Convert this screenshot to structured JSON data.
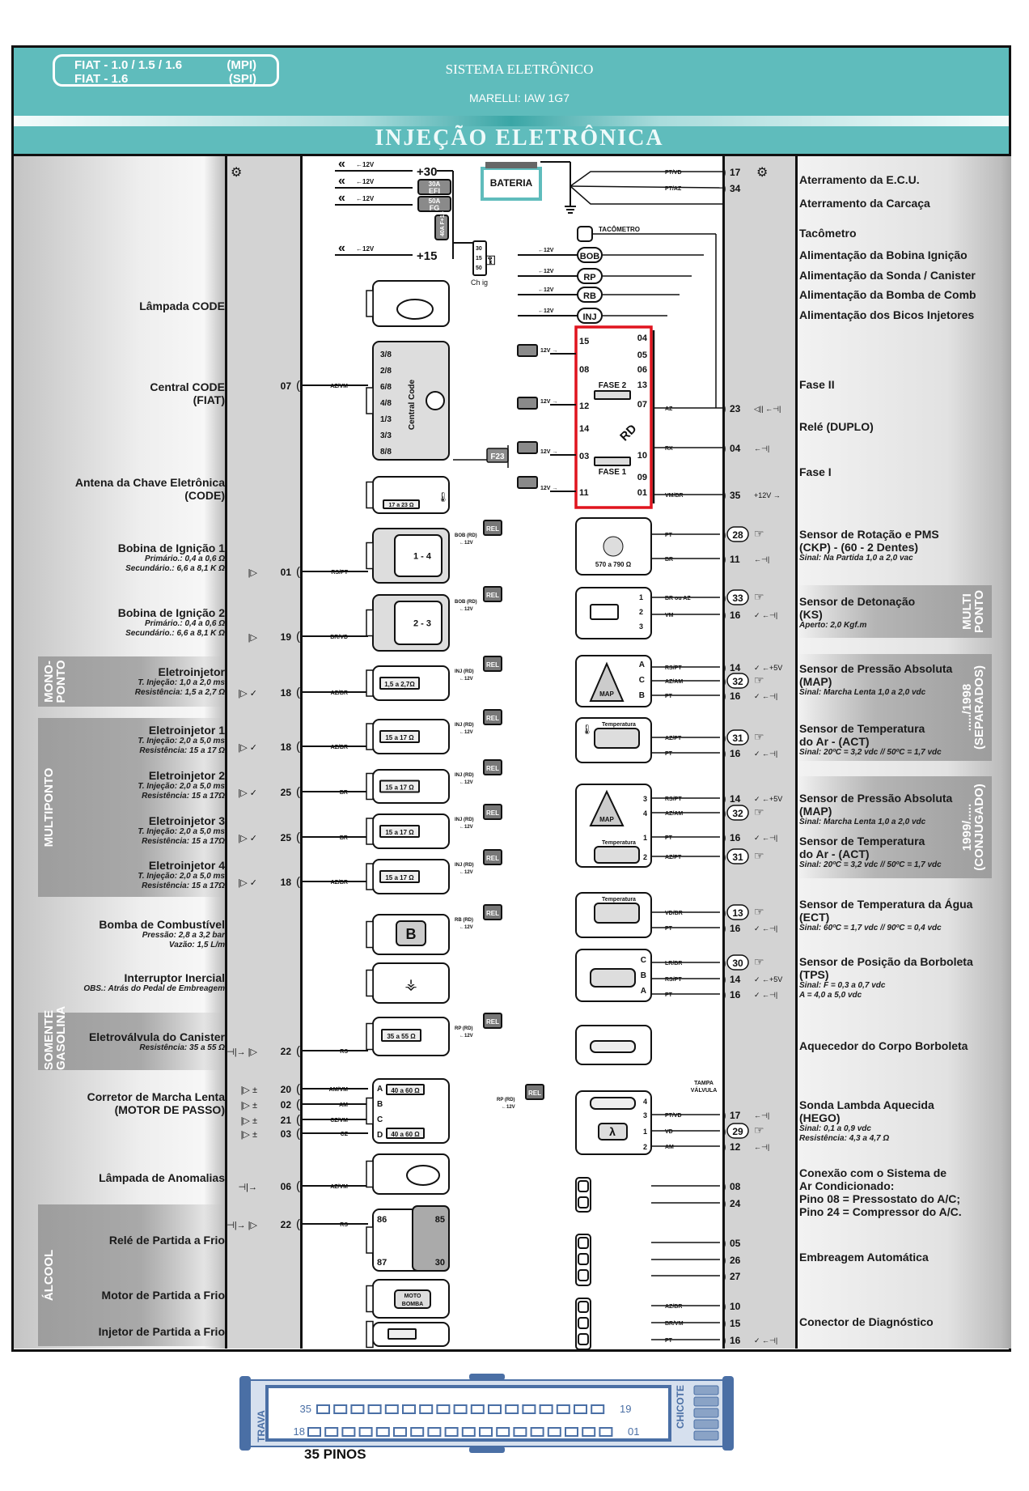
{
  "header": {
    "models": [
      {
        "name": "FIAT - 1.0 / 1.5 / 1.6",
        "type": "(MPI)"
      },
      {
        "name": "FIAT - 1.6",
        "type": "(SPI)"
      }
    ],
    "system": "SISTEMA ELETRÔNICO",
    "ecu": "MARELLI: IAW 1G7",
    "banner": "INJEÇÃO ELETRÔNICA"
  },
  "colors": {
    "teal": "#5fbcbc",
    "relay_highlight": "#e0141e",
    "connector": "#4a6fa5",
    "connector_fill": "#d6e0ee"
  },
  "left_bands": [
    "MONO-\nPONTO",
    "MULTIPONTO",
    "SOMENTE\nGASOLINA",
    "ÁLCOOL"
  ],
  "right_bands": [
    "MULTI\nPONTO",
    "...../1998\n(SEPARADOS)",
    "1999/.....\n(CONJUGADO)"
  ],
  "left_labels": [
    {
      "title": [
        "Lâmpada CODE"
      ],
      "sub": []
    },
    {
      "title": [
        "Central CODE",
        "(FIAT)"
      ],
      "sub": []
    },
    {
      "title": [
        "Antena da Chave Eletrônica",
        "(CODE)"
      ],
      "sub": []
    },
    {
      "title": [
        "Bobina de Ignição 1"
      ],
      "sub": [
        "Primário.: 0,4 a 0,6 Ω",
        "Secundário.: 6,6 a 8,1 K Ω"
      ]
    },
    {
      "title": [
        "Bobina de Ignição 2"
      ],
      "sub": [
        "Primário.: 0,4 a 0,6 Ω",
        "Secundário.: 6,6 a 8,1 K Ω"
      ]
    },
    {
      "title": [
        "Eletroinjetor"
      ],
      "sub": [
        "T. Injeção: 1,0 a 2,0 ms",
        "Resistência: 1,5 a 2,7 Ω"
      ]
    },
    {
      "title": [
        "Eletroinjetor 1"
      ],
      "sub": [
        "T. Injeção: 2,0 a 5,0 ms",
        "Resistência: 15 a 17 Ω"
      ]
    },
    {
      "title": [
        "Eletroinjetor 2"
      ],
      "sub": [
        "T. Injeção: 2,0 a 5,0 ms",
        "Resistência: 15 a 17Ω"
      ]
    },
    {
      "title": [
        "Eletroinjetor 3"
      ],
      "sub": [
        "T. Injeção: 2,0 a 5,0 ms",
        "Resistência: 15 a 17Ω"
      ]
    },
    {
      "title": [
        "Eletroinjetor 4"
      ],
      "sub": [
        "T. Injeção: 2,0 a 5,0 ms",
        "Resistência: 15 a 17Ω"
      ]
    },
    {
      "title": [
        "Bomba de Combustível"
      ],
      "sub": [
        "Pressão: 2,8 a 3,2 bar",
        "Vazão: 1,5 L/m"
      ]
    },
    {
      "title": [
        "Interruptor Inercial"
      ],
      "sub": [
        "OBS.: Atrás do Pedal de Embreagem"
      ]
    },
    {
      "title": [
        "Eletroválvula do Canister"
      ],
      "sub": [
        "Resistência: 35 a 55 Ω"
      ]
    },
    {
      "title": [
        "Corretor de Marcha Lenta",
        "(MOTOR DE PASSO)"
      ],
      "sub": []
    },
    {
      "title": [
        "Lâmpada de Anomalias"
      ],
      "sub": []
    },
    {
      "title": [
        "Relé de Partida a Frio"
      ],
      "sub": []
    },
    {
      "title": [
        "Motor de Partida a Frio"
      ],
      "sub": []
    },
    {
      "title": [
        "Injetor de Partida a Frio"
      ],
      "sub": []
    }
  ],
  "right_labels": [
    {
      "title": [
        "Aterramento da E.C.U."
      ],
      "sub": []
    },
    {
      "title": [
        "Aterramento da Carcaça"
      ],
      "sub": []
    },
    {
      "title": [
        "Tacômetro"
      ],
      "sub": []
    },
    {
      "title": [
        "Alimentação da Bobina Ignição"
      ],
      "sub": []
    },
    {
      "title": [
        "Alimentação da Sonda / Canister"
      ],
      "sub": []
    },
    {
      "title": [
        "Alimentação da Bomba de Comb"
      ],
      "sub": []
    },
    {
      "title": [
        "Alimentação dos Bicos Injetores"
      ],
      "sub": []
    },
    {
      "title": [
        "Fase II"
      ],
      "sub": []
    },
    {
      "title": [
        "Relé (DUPLO)"
      ],
      "sub": []
    },
    {
      "title": [
        "Fase I"
      ],
      "sub": []
    },
    {
      "title": [
        "Sensor de Rotação e PMS",
        "(CKP) - (60 - 2 Dentes)"
      ],
      "sub": [
        "Sinal: Na Partida 1,0 a 2,0 vac"
      ]
    },
    {
      "title": [
        "Sensor de Detonação",
        "(KS)"
      ],
      "sub": [
        "Aperto: 2,0 Kgf.m"
      ]
    },
    {
      "title": [
        "Sensor de Pressão Absoluta",
        "(MAP)"
      ],
      "sub": [
        "Sinal: Marcha Lenta 1,0 a 2,0 vdc"
      ]
    },
    {
      "title": [
        "Sensor de Temperatura",
        "do Ar - (ACT)"
      ],
      "sub": [
        "Sinal: 20ºC = 3,2 vdc // 50ºC = 1,7 vdc"
      ]
    },
    {
      "title": [
        "Sensor de Pressão Absoluta",
        "(MAP)"
      ],
      "sub": [
        "Sinal: Marcha Lenta 1,0 a 2,0 vdc"
      ]
    },
    {
      "title": [
        "Sensor de Temperatura",
        "do Ar - (ACT)"
      ],
      "sub": [
        "Sinal: 20ºC = 3,2 vdc // 50ºC = 1,7 vdc"
      ]
    },
    {
      "title": [
        "Sensor de Temperatura da Água",
        "(ECT)"
      ],
      "sub": [
        "Sinal: 60ºC = 1,7 vdc // 90ºC = 0,4 vdc"
      ]
    },
    {
      "title": [
        "Sensor de Posição da Borboleta",
        "(TPS)"
      ],
      "sub": [
        "Sinal: F = 0,3 a 0,7 vdc",
        "A = 4,0 a 5,0 vdc"
      ]
    },
    {
      "title": [
        "Aquecedor do Corpo Borboleta"
      ],
      "sub": []
    },
    {
      "title": [
        "Sonda Lambda Aquecida",
        "(HEGO)"
      ],
      "sub": [
        "Sinal: 0,1 a 0,9 vdc",
        "Resistência: 4,3 a 4,7 Ω"
      ]
    },
    {
      "title": [
        "Conexão com o Sistema de",
        "Ar Condicionado:",
        "Pino 08 = Pressostato do A/C;",
        "Pino 24 = Compressor do A/C."
      ],
      "sub": []
    },
    {
      "title": [
        "Embreagem Automática"
      ],
      "sub": []
    },
    {
      "title": [
        "Conector de Diagnóstico"
      ],
      "sub": []
    }
  ],
  "left_pins": [
    {
      "pin": "07",
      "wire": "AZ/VM",
      "mark": ""
    },
    {
      "pin": "01",
      "wire": "RS/PT",
      "mark": "|▷"
    },
    {
      "pin": "19",
      "wire": "BR/VD",
      "mark": "|▷"
    },
    {
      "pin": "18",
      "wire": "AZ/BR",
      "mark": "|▷ ✓"
    },
    {
      "pin": "18",
      "wire": "AZ/BR",
      "mark": "|▷ ✓"
    },
    {
      "pin": "25",
      "wire": "BR",
      "mark": "|▷ ✓"
    },
    {
      "pin": "25",
      "wire": "BR",
      "mark": "|▷ ✓"
    },
    {
      "pin": "18",
      "wire": "AZ/BR",
      "mark": "|▷ ✓"
    },
    {
      "pin": "22",
      "wire": "RS",
      "mark": "⊣|→ |▷"
    },
    {
      "pin": "20",
      "wire": "AM/VM",
      "mark": "|▷ ±"
    },
    {
      "pin": "02",
      "wire": "AM",
      "mark": "|▷ ±"
    },
    {
      "pin": "21",
      "wire": "CZ/VM",
      "mark": "|▷ ±"
    },
    {
      "pin": "03",
      "wire": "CZ",
      "mark": "|▷ ±"
    },
    {
      "pin": "06",
      "wire": "AZ/VM",
      "mark": "⊣|→"
    },
    {
      "pin": "22",
      "wire": "RS",
      "mark": "⊣|→ |▷"
    }
  ],
  "right_pins": [
    {
      "pin": "17",
      "wire": "PT/VD",
      "circled": false,
      "note": ""
    },
    {
      "pin": "34",
      "wire": "PT/AZ",
      "circled": false,
      "note": ""
    },
    {
      "pin": "23",
      "wire": "AZ",
      "circled": false,
      "note": "◁|| ←⊣|"
    },
    {
      "pin": "04",
      "wire": "RX",
      "circled": false,
      "note": "←⊣|"
    },
    {
      "pin": "35",
      "wire": "VM/BR",
      "circled": false,
      "note": "+12V →"
    },
    {
      "pin": "28",
      "wire": "PT",
      "circled": true,
      "note": "☞"
    },
    {
      "pin": "11",
      "wire": "BR",
      "circled": false,
      "note": "←⊣|"
    },
    {
      "pin": "33",
      "wire": "BR ou AZ",
      "circled": true,
      "note": "☞"
    },
    {
      "pin": "16",
      "wire": "VM",
      "circled": false,
      "note": "✓ ←⊣|"
    },
    {
      "pin": "14",
      "wire": "RS/PT",
      "circled": false,
      "note": "✓ ←+5V"
    },
    {
      "pin": "32",
      "wire": "AZ/AM",
      "circled": true,
      "note": "☞"
    },
    {
      "pin": "16",
      "wire": "PT",
      "circled": false,
      "note": "✓ ←⊣|"
    },
    {
      "pin": "31",
      "wire": "AZ/PT",
      "circled": true,
      "note": "☞"
    },
    {
      "pin": "16",
      "wire": "PT",
      "circled": false,
      "note": "✓ ←⊣|"
    },
    {
      "pin": "14",
      "wire": "RS/PT",
      "circled": false,
      "note": "✓ ←+5V"
    },
    {
      "pin": "32",
      "wire": "AZ/AM",
      "circled": true,
      "note": "☞"
    },
    {
      "pin": "16",
      "wire": "PT",
      "circled": false,
      "note": "✓ ←⊣|"
    },
    {
      "pin": "31",
      "wire": "AZ/PT",
      "circled": true,
      "note": "☞"
    },
    {
      "pin": "13",
      "wire": "VD/BR",
      "circled": true,
      "note": "☞"
    },
    {
      "pin": "16",
      "wire": "PT",
      "circled": false,
      "note": "✓ ←⊣|"
    },
    {
      "pin": "30",
      "wire": "LR/BR",
      "circled": true,
      "note": "☞"
    },
    {
      "pin": "14",
      "wire": "RS/PT",
      "circled": false,
      "note": "✓ ←+5V"
    },
    {
      "pin": "16",
      "wire": "PT",
      "circled": false,
      "note": "✓ ←⊣|"
    },
    {
      "pin": "17",
      "wire": "PT/VD",
      "circled": false,
      "note": "←⊣|"
    },
    {
      "pin": "29",
      "wire": "VD",
      "circled": true,
      "note": "☞"
    },
    {
      "pin": "12",
      "wire": "AM",
      "circled": false,
      "note": "←⊣|"
    },
    {
      "pin": "08",
      "wire": "",
      "circled": false,
      "note": ""
    },
    {
      "pin": "24",
      "wire": "",
      "circled": false,
      "note": ""
    },
    {
      "pin": "05",
      "wire": "",
      "circled": false,
      "note": ""
    },
    {
      "pin": "26",
      "wire": "",
      "circled": false,
      "note": ""
    },
    {
      "pin": "27",
      "wire": "",
      "circled": false,
      "note": ""
    },
    {
      "pin": "10",
      "wire": "AZ/BR",
      "circled": false,
      "note": ""
    },
    {
      "pin": "15",
      "wire": "BR/VM",
      "circled": false,
      "note": ""
    },
    {
      "pin": "16",
      "wire": "PT",
      "circled": false,
      "note": "✓ ←⊣|"
    }
  ],
  "power": {
    "plus30": "+30",
    "plus15": "+15",
    "v12_in": "←12V",
    "v12_out": "12V →",
    "fuse_efi": [
      "30A",
      "EFI"
    ],
    "fuse_fg": [
      "50A",
      "FG"
    ],
    "fuse_f15": [
      "40A",
      "F+15"
    ],
    "fuse_f23": "F23",
    "battery": "BATERIA",
    "ignition": "Ch ig",
    "ign_pins": [
      "30",
      "15",
      "50"
    ],
    "tach": "TACÔMETRO",
    "feeds": [
      "BOB",
      "RP",
      "RB",
      "INJ"
    ]
  },
  "relay": {
    "label": "RD",
    "pins_left": [
      "15",
      "08",
      "12",
      "14",
      "03",
      "11"
    ],
    "pins_right": [
      "04",
      "05",
      "06",
      "13",
      "07",
      "10",
      "09",
      "01"
    ],
    "phase2": "FASE 2",
    "phase1": "FASE 1"
  },
  "components": {
    "rel": "REL",
    "rel_feeds": [
      "BOB (RD)",
      "INJ (RD)",
      "RB (RD)",
      "RP (RD)"
    ],
    "central_code": {
      "name": "Central Code",
      "pins": [
        "3/8",
        "2/8",
        "6/8",
        "4/8",
        "1/3",
        "3/3",
        "8/8"
      ]
    },
    "antenna": "17 a 23 Ω",
    "coils": [
      "1 - 4",
      "2 - 3"
    ],
    "injector_mono": "1,5 a 2,7Ω",
    "injector_multi": "15 a 17 Ω",
    "pump": "B",
    "canister": "35 a 55 Ω",
    "stepper": {
      "pins": [
        "A",
        "B",
        "C",
        "D"
      ],
      "coil": "40 a 60 Ω"
    },
    "cold_relay": [
      "86",
      "85",
      "87",
      "30"
    ],
    "motor_pump": [
      "MOTO",
      "BOMBA"
    ],
    "ckp": "570 a 790 Ω",
    "ks_pins": [
      "1",
      "2",
      "3"
    ],
    "map": "MAP",
    "map_pins": [
      "A",
      "C",
      "B"
    ],
    "temperature": "Temperatura",
    "map_act_pins": [
      "3",
      "4",
      "1",
      "2"
    ],
    "tps_pins": [
      "C",
      "B",
      "A"
    ],
    "lambda": "λ",
    "lambda_pins": [
      "4",
      "3",
      "1",
      "2"
    ],
    "valve_cover": [
      "TAMPA",
      "VÁLVULA"
    ]
  },
  "connector": {
    "lock": "TRAVA",
    "harness": "CHICOTE",
    "top_row": [
      "35",
      "19"
    ],
    "bottom_row": [
      "18",
      "01"
    ],
    "top_count": 17,
    "bottom_count": 18,
    "caption": "35 PINOS"
  }
}
